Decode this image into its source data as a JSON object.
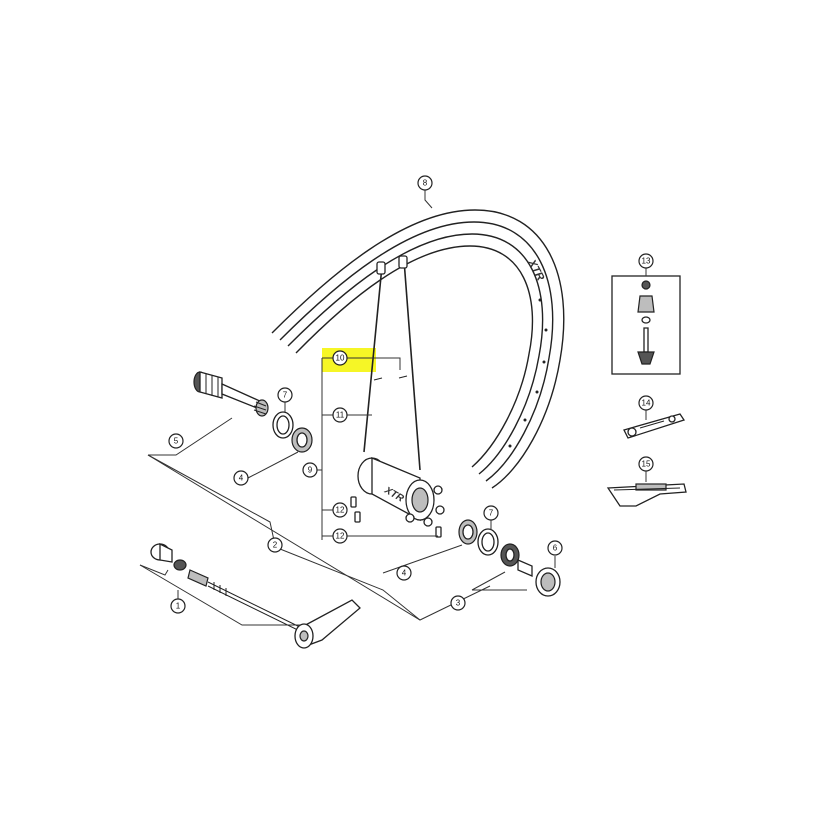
{
  "diagram": {
    "brand_text": "XTR",
    "highlight_color": "#f5f500",
    "callouts": {
      "c1": "1",
      "c2": "2",
      "c3": "3",
      "c4a": "4",
      "c4b": "4",
      "c5": "5",
      "c6": "6",
      "c7a": "7",
      "c7b": "7",
      "c8": "8",
      "c9": "9",
      "c10": "10",
      "c11": "11",
      "c12a": "12",
      "c12b": "12",
      "c13": "13",
      "c14": "14",
      "c15": "15"
    }
  }
}
